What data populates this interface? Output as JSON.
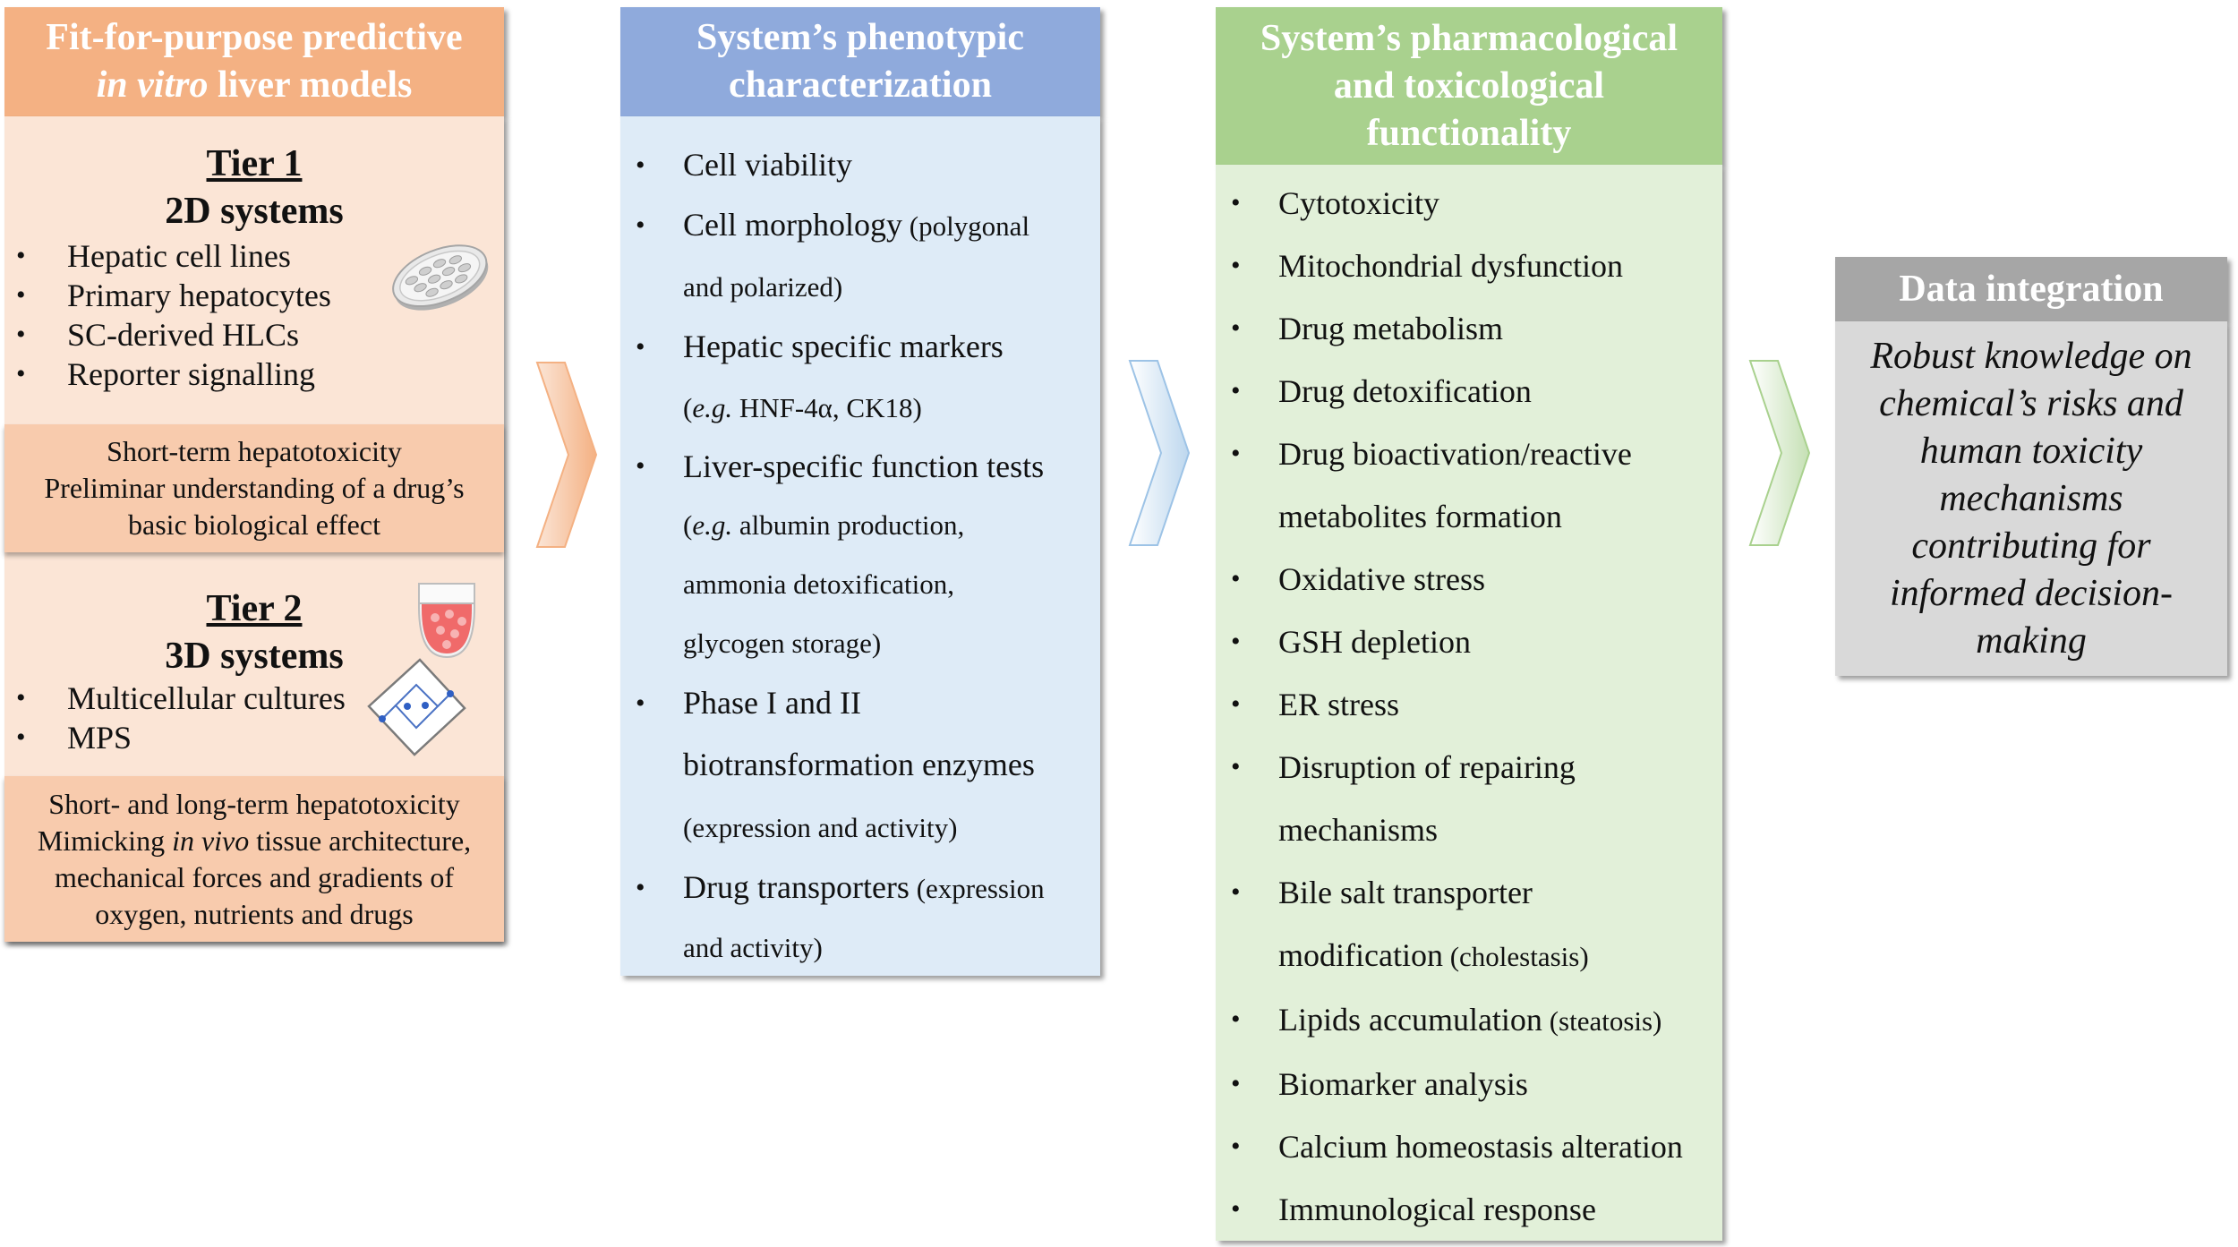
{
  "col1": {
    "header_line1": "Fit-for-purpose predictive",
    "header_line2_italic": "in vitro",
    "header_line2_rest": " liver models",
    "tier1": {
      "title": "Tier 1",
      "subtitle": "2D systems",
      "items": [
        "Hepatic cell lines",
        "Primary hepatocytes",
        "SC-derived HLCs",
        "Reporter signalling"
      ],
      "note": [
        "Short-term hepatotoxicity",
        "Preliminar understanding of a drug’s",
        "basic biological effect"
      ]
    },
    "tier2": {
      "title": "Tier 2",
      "subtitle": "3D systems",
      "items": [
        "Multicellular cultures",
        "MPS"
      ],
      "note_line1": "Short- and long-term hepatotoxicity",
      "note_line2_pre": "Mimicking ",
      "note_line2_italic": "in vivo",
      "note_line2_post": " tissue architecture,",
      "note_line3": "mechanical forces and gradients of",
      "note_line4": "oxygen, nutrients and drugs"
    }
  },
  "col2": {
    "header": [
      "System’s phenotypic",
      "characterization"
    ],
    "items": [
      {
        "main": "Cell viability"
      },
      {
        "main": "Cell morphology",
        "sub": " (polygonal",
        "sub2": "and polarized)"
      },
      {
        "main": "Hepatic specific markers",
        "sub_it": "e.g.",
        "sub2": " HNF-4α, CK18)"
      },
      {
        "main": "Liver-specific function tests",
        "sub_it": "e.g.",
        "sub2": " albumin production,",
        "sub3": "ammonia detoxification,",
        "sub4": "glycogen storage)"
      },
      {
        "main": "Phase I and II",
        "main2": "biotransformation enzymes",
        "sub2": "(expression and activity)"
      },
      {
        "main": "Drug transporters",
        "sub": " (expression",
        "sub2": "and activity)"
      }
    ]
  },
  "col3": {
    "header": [
      "System’s pharmacological",
      "and toxicological",
      "functionality"
    ],
    "items": [
      {
        "main": "Cytotoxicity"
      },
      {
        "main": "Mitochondrial dysfunction"
      },
      {
        "main": "Drug metabolism"
      },
      {
        "main": "Drug detoxification"
      },
      {
        "main": "Drug bioactivation/reactive",
        "main2": "metabolites formation"
      },
      {
        "main": "Oxidative stress"
      },
      {
        "main": "GSH depletion"
      },
      {
        "main": "ER stress"
      },
      {
        "main": "Disruption of repairing",
        "main2": "mechanisms"
      },
      {
        "main": "Bile salt transporter",
        "main2": "modification",
        "sub": " (cholestasis)"
      },
      {
        "main": "Lipids accumulation",
        "sub": " (steatosis)"
      },
      {
        "main": "Biomarker analysis"
      },
      {
        "main": "Calcium homeostasis alteration"
      },
      {
        "main": "Immunological response"
      }
    ]
  },
  "col4": {
    "header": "Data integration",
    "body": [
      "Robust knowledge on",
      "chemical’s risks and",
      "human toxicity",
      "mechanisms",
      "contributing for",
      "informed decision-",
      "making"
    ]
  },
  "bullet": "•",
  "colors": {
    "orange_header": "#f4b183",
    "orange_body": "#fbe5d6",
    "orange_note": "#f8cbad",
    "blue_header": "#8faadc",
    "blue_body": "#deebf7",
    "green_header": "#a9d18e",
    "green_body": "#e2f0d9",
    "gray_header": "#a6a6a6",
    "gray_body": "#d9d9d9"
  },
  "icons": [
    "petri-dish-icon",
    "test-tube-icon",
    "microfluidic-chip-icon",
    "chevron-right-icon"
  ]
}
